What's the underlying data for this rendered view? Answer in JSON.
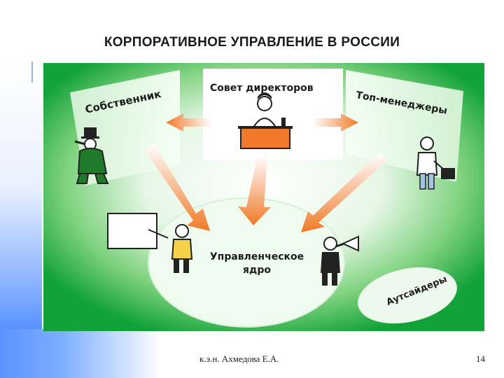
{
  "slide": {
    "title": "КОРПОРАТИВНОЕ УПРАВЛЕНИЕ В РОССИИ",
    "author": "к.э.н. Ахмедова Е.А.",
    "page_number": "14"
  },
  "diagram": {
    "labels": {
      "owner": "Собственник",
      "board": "Совет директоров",
      "top_managers": "Топ-менеджеры",
      "core": "Управленческое ядро",
      "outsiders": "Аутсайдеры"
    }
  },
  "colors": {
    "panel_green": "#12a23a",
    "arrow_orange": "#f07a2a",
    "figure_green": "#1f7a2a"
  }
}
